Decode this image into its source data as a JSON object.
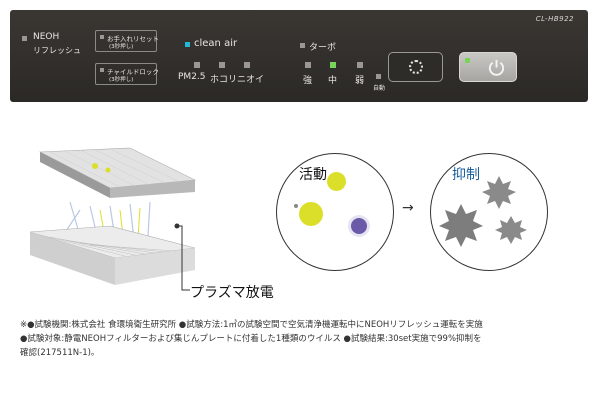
{
  "panel": {
    "model": "CL-HB922",
    "neoh": {
      "line1": "NEOH",
      "line2": "リフレッシュ"
    },
    "reset_button": {
      "line1": "お手入れリセット",
      "line2": "(3秒押し)"
    },
    "lock_button": {
      "line1": "チャイルドロック",
      "line2": "(3秒押し)"
    },
    "clean_air": {
      "title": "clean air",
      "indicators": [
        "PM2.5",
        "ホコリ",
        "ニオイ"
      ]
    },
    "turbo": {
      "label": "ターボ",
      "levels": [
        "強",
        "中",
        "弱"
      ],
      "active_level": "中"
    },
    "auto": {
      "label": "自動"
    },
    "accent_colors": {
      "clean_air": "#22b8d8",
      "active_led": "#77d35a"
    }
  },
  "illustration": {
    "plasma_label": "プラズマ放電",
    "active_label": "活動",
    "suppress_label": "抑制",
    "arrow": "→",
    "colors": {
      "suppress_label": "#1b5e9e",
      "virus_active": "#dcdf2a",
      "virus_purple": "#6a5aa8",
      "virus_suppressed": "#888888"
    }
  },
  "footnote": {
    "line1": "※●試験機関:株式会社 食環境衛生研究所 ●試験方法:1㎥の試験空間で空気清浄機運転中にNEOHリフレッシュ運転を実施",
    "line2": "●試験対象:静電NEOHフィルターおよび集じんプレートに付着した1種類のウイルス ●試験結果:30set実施で99%抑制を",
    "line3": "確認(217511N-1)。"
  }
}
